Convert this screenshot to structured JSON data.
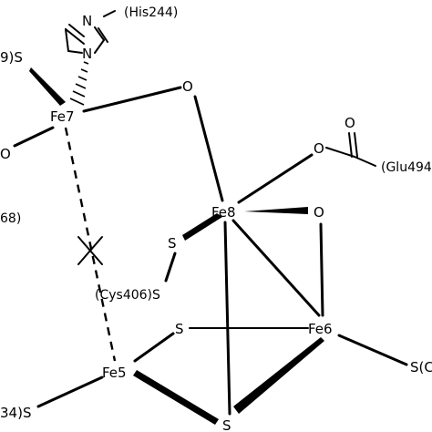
{
  "labels": {
    "his244": "(His244)",
    "n_ring": "N",
    "s_left_top": "9)S",
    "fe7": "Fe7",
    "o_top": "O",
    "o_left": "O",
    "o_glu": "O",
    "o_carbonyl": "O",
    "glu494": "(Glu494",
    "fe8": "Fe8",
    "o_mid": "O",
    "res_68": "68)",
    "s_cys_upper": "S",
    "cys406": "(Cys406)S",
    "s_mid": "S",
    "fe6": "Fe6",
    "fe5": "Fe5",
    "s_right": "S(C",
    "res_34": "34)S",
    "s_bottom": "S"
  }
}
